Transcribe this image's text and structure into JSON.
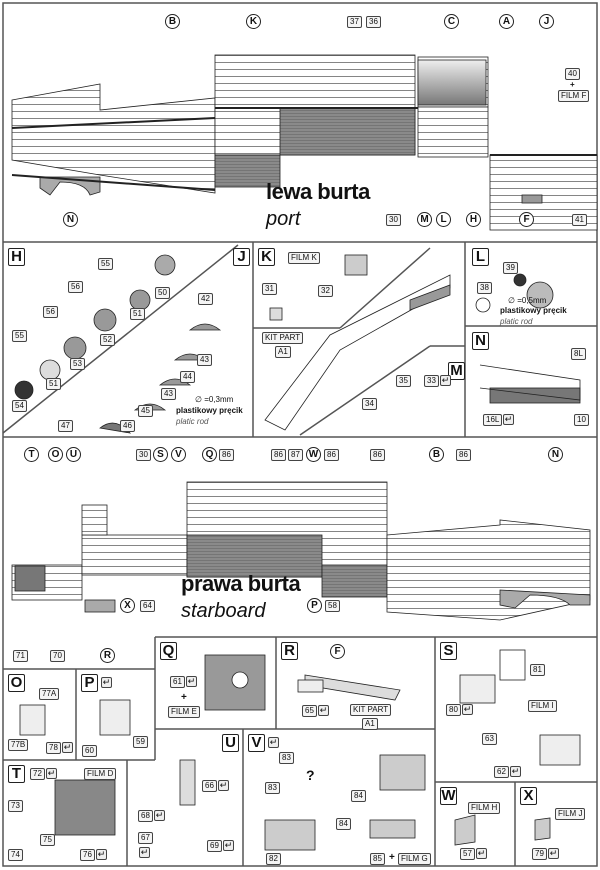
{
  "port_view": {
    "title": "lewa burta",
    "subtitle": "port",
    "callouts": [
      "B",
      "K",
      "37",
      "36",
      "C",
      "A",
      "J",
      "40",
      "+",
      "FILM F",
      "N",
      "30",
      "M",
      "L",
      "H",
      "F",
      "41"
    ]
  },
  "detail_row1": {
    "H": {
      "letter": "H",
      "parts": [
        "55",
        "56",
        "50",
        "56",
        "51",
        "55",
        "52",
        "53",
        "51",
        "54"
      ]
    },
    "J": {
      "letter": "J",
      "parts": [
        "42",
        "43",
        "44",
        "43",
        "45",
        "46",
        "47"
      ],
      "rod_diameter": "∅ =0,3mm",
      "rod_pl": "plastikowy pręcik",
      "rod_en": "platic rod"
    },
    "K": {
      "letter": "K",
      "film": "FILM K",
      "parts": [
        "31",
        "32"
      ],
      "kit_part": "KIT PART",
      "kit_part_id": "A1"
    },
    "M": {
      "letter": "M",
      "parts": [
        "35",
        "33",
        "34"
      ]
    },
    "L": {
      "letter": "L",
      "parts": [
        "39",
        "38"
      ],
      "rod_diameter": "∅ =0,5mm",
      "rod_pl": "plastikowy pręcik",
      "rod_en": "platic rod"
    },
    "N": {
      "letter": "N",
      "parts": [
        "8L",
        "16L",
        "10"
      ]
    }
  },
  "starboard_view": {
    "title": "prawa burta",
    "subtitle": "starboard",
    "callouts": [
      "T",
      "O",
      "U",
      "30",
      "S",
      "V",
      "Q",
      "86",
      "86",
      "87",
      "W",
      "86",
      "86",
      "B",
      "86",
      "N",
      "X",
      "64",
      "P",
      "58",
      "71",
      "70",
      "R"
    ]
  },
  "detail_row2": {
    "Q": {
      "letter": "Q",
      "parts": [
        "61",
        "+",
        "FILM E"
      ]
    },
    "R": {
      "letter": "R",
      "ref": "F",
      "parts": [
        "65"
      ],
      "kit_part": "KIT PART",
      "kit_part_id": "A1"
    },
    "S": {
      "letter": "S",
      "parts": [
        "81",
        "80",
        "FILM I",
        "63",
        "62"
      ]
    },
    "O": {
      "letter": "O",
      "parts": [
        "77A",
        "77B",
        "78"
      ]
    },
    "P": {
      "letter": "P",
      "parts": [
        "60",
        "59"
      ]
    },
    "T": {
      "letter": "T",
      "parts": [
        "72",
        "FILM D",
        "73",
        "74",
        "75",
        "76"
      ]
    },
    "U": {
      "letter": "U",
      "parts": [
        "66",
        "68",
        "67",
        "69"
      ]
    },
    "V": {
      "letter": "V",
      "parts": [
        "83",
        "?",
        "83",
        "84",
        "84",
        "82",
        "85",
        "+",
        "FILM G"
      ]
    },
    "W": {
      "letter": "W",
      "parts": [
        "FILM H",
        "57"
      ]
    },
    "X": {
      "letter": "X",
      "parts": [
        "FILM J",
        "79"
      ]
    }
  },
  "icons": {
    "bend": "↵"
  }
}
